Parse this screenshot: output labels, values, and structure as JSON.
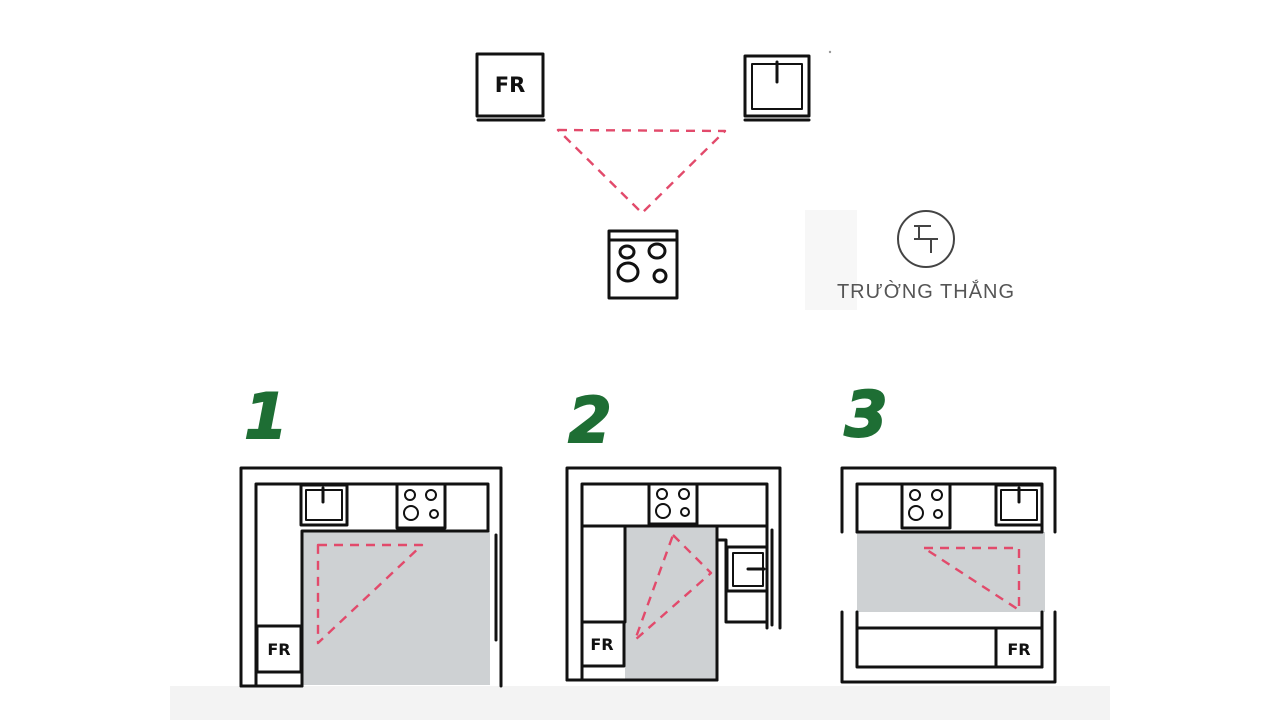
{
  "legend": {
    "fridge_label": "FR"
  },
  "brand": {
    "name": "TRƯỜNG THẮNG",
    "logo_glyph": "ꟻ"
  },
  "layouts": [
    {
      "number": "1",
      "fridge_label": "FR"
    },
    {
      "number": "2",
      "fridge_label": "FR"
    },
    {
      "number": "3",
      "fridge_label": "FR"
    }
  ],
  "colors": {
    "triangle": "#e24a6b",
    "number": "#1e6e34",
    "floor": "#c9ccce",
    "ink": "#111111"
  }
}
